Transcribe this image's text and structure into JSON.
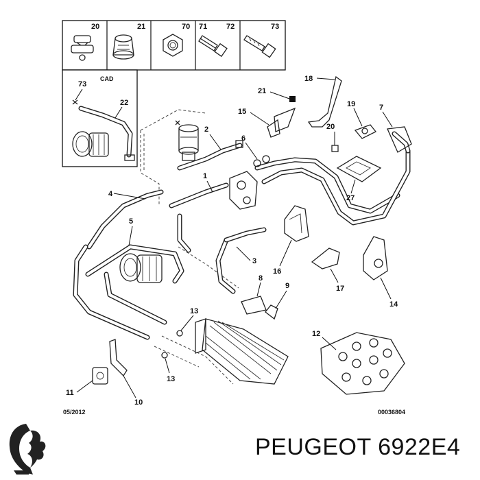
{
  "diagram": {
    "legend_parts": [
      "20",
      "21",
      "70",
      "71",
      "72",
      "73"
    ],
    "cad_inset": {
      "title": "CAD",
      "labels": [
        "73",
        "22"
      ]
    },
    "callouts": [
      "1",
      "2",
      "3",
      "4",
      "5",
      "6",
      "7",
      "8",
      "9",
      "10",
      "11",
      "12",
      "13",
      "13",
      "14",
      "15",
      "16",
      "17",
      "18",
      "19",
      "20",
      "21",
      "27"
    ],
    "date_code": "05/2012",
    "drawing_ref": "00036804"
  },
  "brand": {
    "name": "PEUGEOT 6922E4",
    "logo": "peugeot-lion-icon"
  }
}
